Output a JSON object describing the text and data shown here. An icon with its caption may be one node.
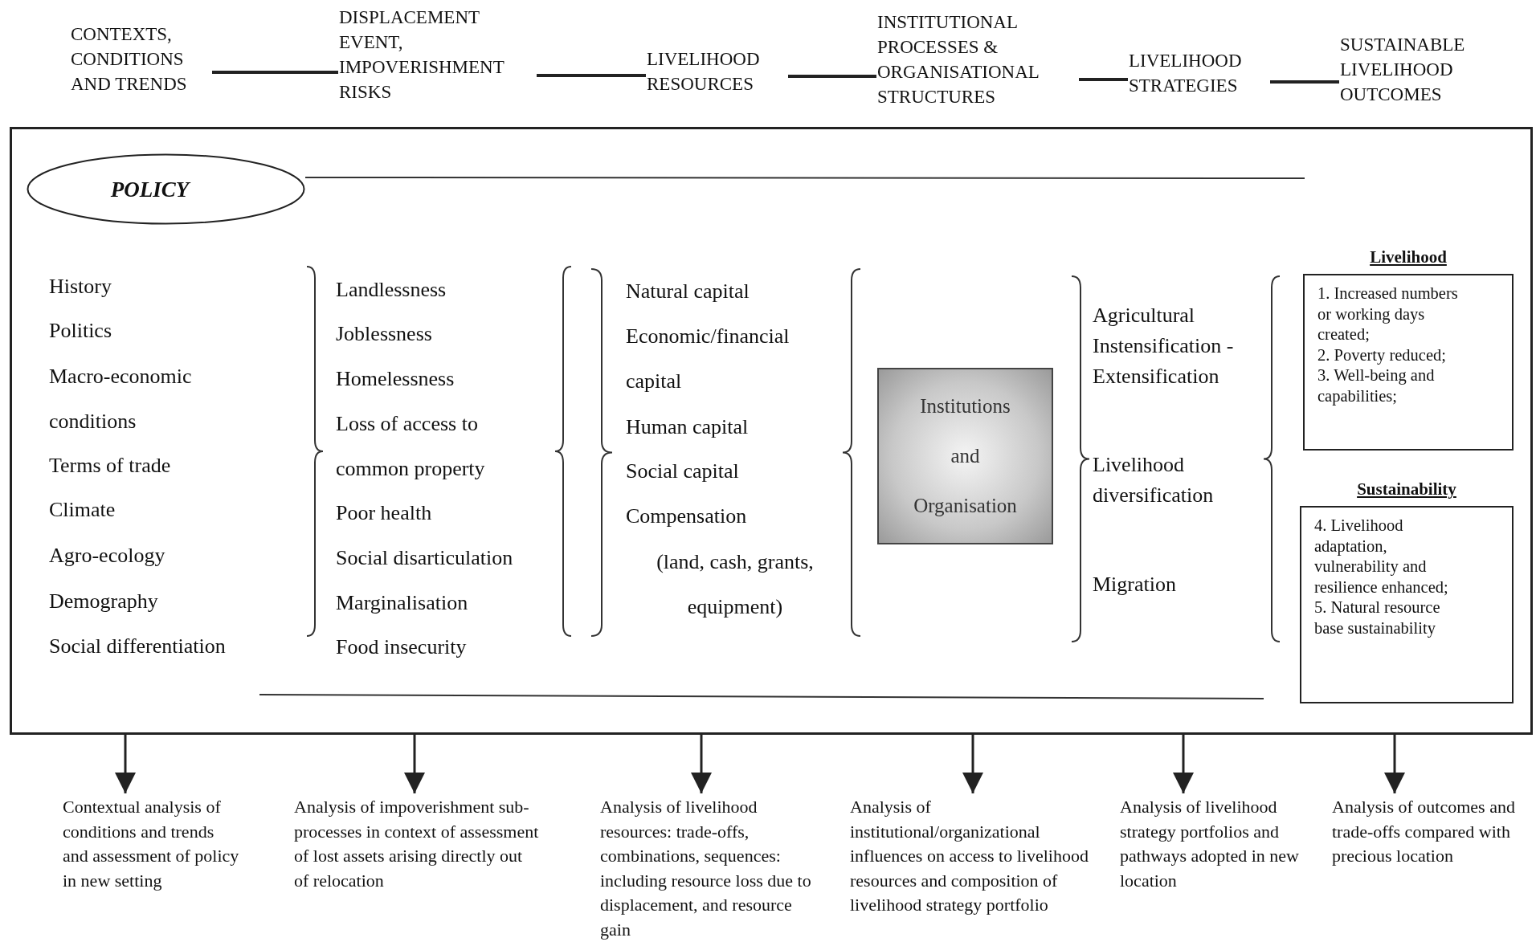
{
  "diagram": {
    "nodes": [
      {
        "text": [
          "CONTEXTS, CONDITIONS AND TRENDS"
        ]
      },
      {
        "text": [
          "DISPLACEMENT EVENT, IMPOVERISHMENT RISKS"
        ]
      },
      {
        "text": [
          "LIVELIHOOD RESOURCES"
        ]
      },
      {
        "text": [
          "INSTITUTIONAL PROCESSES & ORGANISATIONAL STRUCTURES"
        ]
      },
      {
        "text": [
          "LIVELIHOOD STRATEGIES"
        ]
      },
      {
        "text": [
          "SUSTAINABLE LIVELIHOOD OUTCOMES"
        ]
      },
      {
        "text": [],
        "shape": "box"
      },
      {
        "text": [
          "POLICY"
        ],
        "in": 6
      },
      {
        "text": [
          "Institutions and Organisation"
        ],
        "in": 6
      },
      {
        "text": [
          "Livelihood",
          "1. Increased numbers or working days created;",
          "2. Poverty reduced;",
          "3. Well-being and capabilities;"
        ],
        "in": 6
      },
      {
        "text": [
          "Sustainability",
          "4. Livelihood adaptation, vulnerability and resilience enhanced;",
          "5. Natural resource base sustainability"
        ],
        "in": 6
      },
      {
        "text": [
          "Contextual analysis of conditions and trends and assessment of policy in new setting"
        ]
      },
      {
        "text": [
          "Analysis of impoverishment sub-processes in context of assessment of lost assets arising directly out of relocation"
        ]
      },
      {
        "text": [
          "Analysis of livelihood resources: trade-offs, combinations, sequences: including resource loss due to displacement, and resource gain"
        ]
      },
      {
        "text": [
          "Analysis of institutional/organizational influences on access to livelihood resources and composition of livelihood strategy portfolio"
        ]
      },
      {
        "text": [
          "Analysis of livelihood strategy portfolios and pathways adopted in new location"
        ]
      },
      {
        "text": [
          "Analysis of outcomes and trade-offs compared with precious location"
        ]
      }
    ],
    "edges": [
      {
        "from": 0,
        "to": 1,
        "arrow": "none"
      },
      {
        "from": 1,
        "to": 2,
        "arrow": "none"
      },
      {
        "from": 2,
        "to": 3,
        "arrow": "none"
      },
      {
        "from": 3,
        "to": 4,
        "arrow": "none"
      },
      {
        "from": 4,
        "to": 5,
        "arrow": "none"
      },
      {
        "from": 6,
        "to": 11,
        "arrow": "to"
      },
      {
        "from": 6,
        "to": 12,
        "arrow": "to"
      },
      {
        "from": 6,
        "to": 13,
        "arrow": "to"
      },
      {
        "from": 6,
        "to": 14,
        "arrow": "to"
      },
      {
        "from": 6,
        "to": 15,
        "arrow": "to"
      },
      {
        "from": 6,
        "to": 16,
        "arrow": "to"
      }
    ],
    "labels": [
      "History",
      "Politics",
      "Macro-economic conditions",
      "Terms of trade",
      "Climate",
      "Agro-ecology",
      "Demography",
      "Social differentiation",
      "Landlessness",
      "Joblessness",
      "Homelessness",
      "Loss of access to common property",
      "Poor health",
      "Social disarticulation",
      "Marginalisation",
      "Food insecurity",
      "Natural capital",
      "Economic/financial capital",
      "Human capital",
      "Social capital",
      "Compensation",
      "(land, cash, grants, equipment)",
      "Agricultural Instensification - Extensification",
      "Livelihood diversification",
      "Migration"
    ]
  }
}
